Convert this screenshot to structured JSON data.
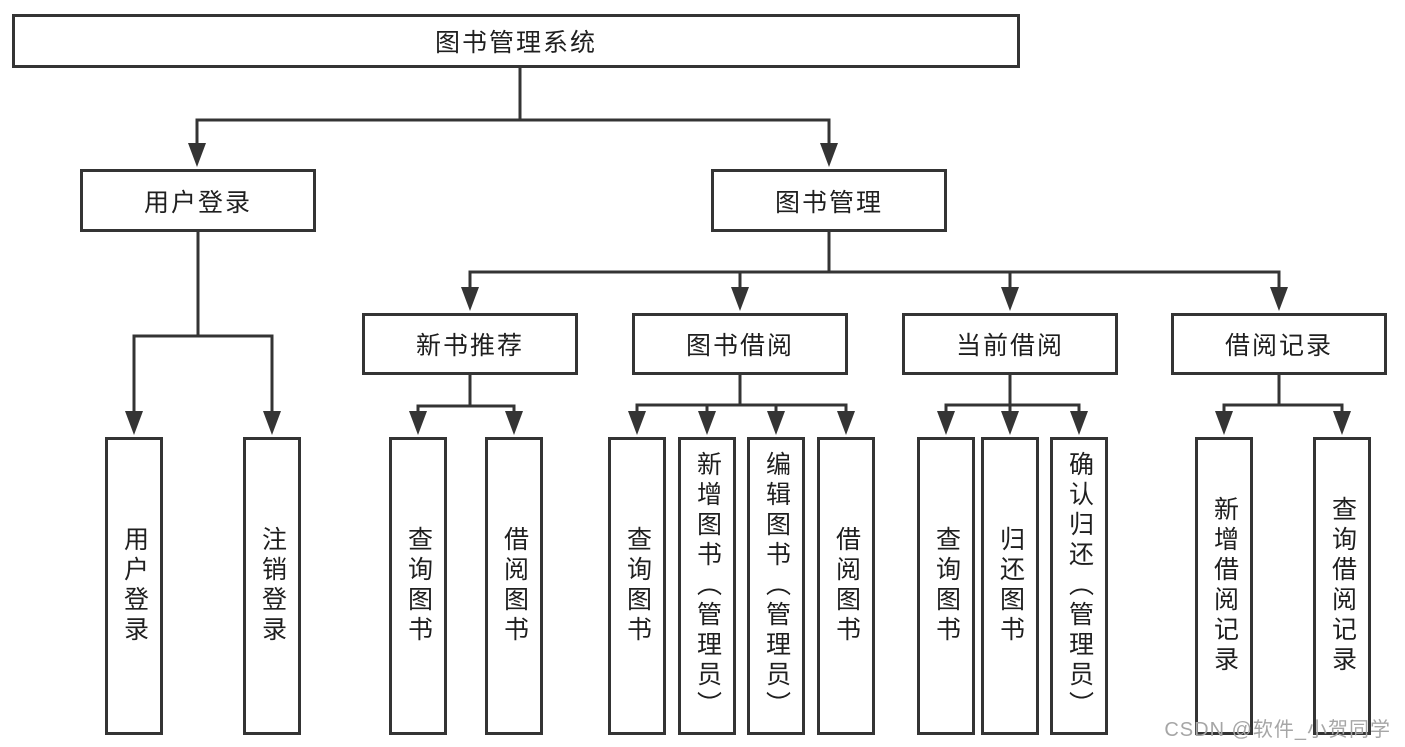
{
  "diagram": {
    "title": "图书管理系统",
    "nodes": {
      "root": "图书管理系统",
      "userLogin": "用户登录",
      "bookMgmt": "图书管理",
      "newBookRec": "新书推荐",
      "bookBorrow": "图书借阅",
      "currentBorrow": "当前借阅",
      "borrowRecords": "借阅记录",
      "loginLeaf": "用户登录",
      "logoutLeaf": "注销登录",
      "recQuery": "查询图书",
      "recBorrow": "借阅图书",
      "bbQuery": "查询图书",
      "bbAdd": "新增图书（管理员）",
      "bbEdit": "编辑图书（管理员）",
      "bbBorrow": "借阅图书",
      "cbQuery": "查询图书",
      "cbReturn": "归还图书",
      "cbConfirm": "确认归还（管理员）",
      "brAdd": "新增借阅记录",
      "brQuery": "查询借阅记录"
    },
    "tree": {
      "label": "图书管理系统",
      "children": [
        {
          "label": "用户登录",
          "children": [
            {
              "label": "用户登录"
            },
            {
              "label": "注销登录"
            }
          ]
        },
        {
          "label": "图书管理",
          "children": [
            {
              "label": "新书推荐",
              "children": [
                {
                  "label": "查询图书"
                },
                {
                  "label": "借阅图书"
                }
              ]
            },
            {
              "label": "图书借阅",
              "children": [
                {
                  "label": "查询图书"
                },
                {
                  "label": "新增图书（管理员）"
                },
                {
                  "label": "编辑图书（管理员）"
                },
                {
                  "label": "借阅图书"
                }
              ]
            },
            {
              "label": "当前借阅",
              "children": [
                {
                  "label": "查询图书"
                },
                {
                  "label": "归还图书"
                },
                {
                  "label": "确认归还（管理员）"
                }
              ]
            },
            {
              "label": "借阅记录",
              "children": [
                {
                  "label": "新增借阅记录"
                },
                {
                  "label": "查询借阅记录"
                }
              ]
            }
          ]
        }
      ]
    }
  },
  "watermark": {
    "text": "CSDN @软件_小贺同学"
  },
  "colors": {
    "line": "#343434",
    "text": "#1f1f1f",
    "watermark": "#a6a6a6",
    "background": "#ffffff"
  }
}
